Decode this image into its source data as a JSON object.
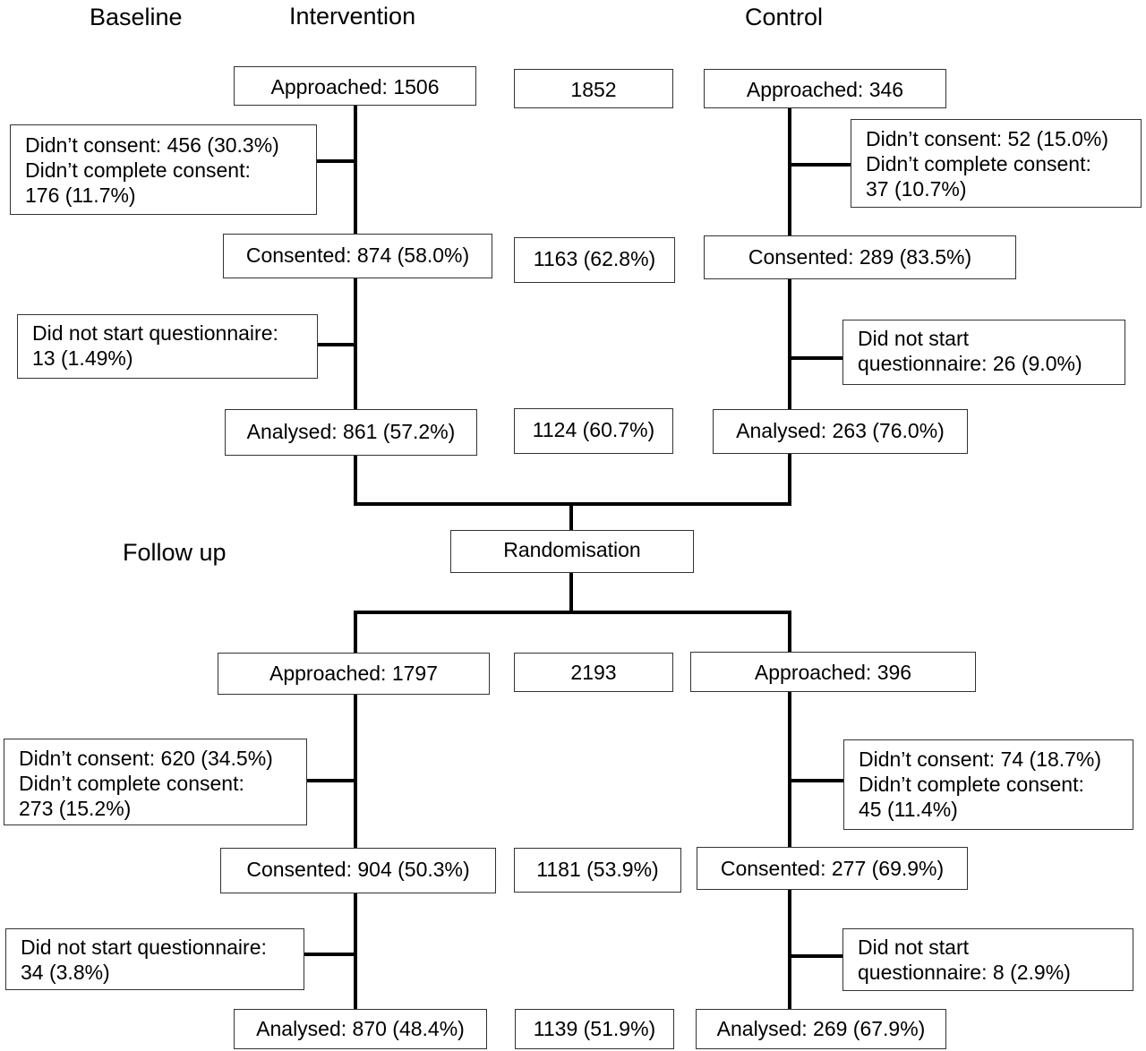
{
  "headers": {
    "baseline": "Baseline",
    "intervention": "Intervention",
    "control": "Control",
    "follow_up": "Follow up"
  },
  "baseline": {
    "intervention": {
      "approached": "Approached: 1506",
      "excluded_consent": [
        "Didn’t consent: 456 (30.3%)",
        "Didn’t complete consent:",
        "176 (11.7%)"
      ],
      "consented": "Consented: 874 (58.0%)",
      "excluded_questionnaire": [
        "Did not start questionnaire:",
        "13 (1.49%)"
      ],
      "analysed": "Analysed: 861 (57.2%)"
    },
    "total": {
      "approached": "1852",
      "consented": "1163 (62.8%)",
      "analysed": "1124 (60.7%)"
    },
    "control": {
      "approached": "Approached: 346",
      "excluded_consent": [
        "Didn’t consent: 52 (15.0%)",
        "Didn’t complete consent:",
        "37 (10.7%)"
      ],
      "consented": "Consented: 289 (83.5%)",
      "excluded_questionnaire": [
        "Did not start",
        "questionnaire: 26 (9.0%)"
      ],
      "analysed": "Analysed: 263 (76.0%)"
    }
  },
  "randomisation": "Randomisation",
  "follow_up": {
    "intervention": {
      "approached": "Approached: 1797",
      "excluded_consent": [
        "Didn’t consent: 620 (34.5%)",
        "Didn’t complete consent:",
        "273 (15.2%)"
      ],
      "consented": "Consented: 904 (50.3%)",
      "excluded_questionnaire": [
        "Did not start questionnaire:",
        "34 (3.8%)"
      ],
      "analysed": "Analysed: 870 (48.4%)"
    },
    "total": {
      "approached": "2193",
      "consented": "1181 (53.9%)",
      "analysed": "1139 (51.9%)"
    },
    "control": {
      "approached": "Approached: 396",
      "excluded_consent": [
        "Didn’t consent: 74 (18.7%)",
        "Didn’t complete consent:",
        "45 (11.4%)"
      ],
      "consented": "Consented: 277 (69.9%)",
      "excluded_questionnaire": [
        "Did not start",
        "questionnaire: 8 (2.9%)"
      ],
      "analysed": "Analysed: 269 (67.9%)"
    }
  }
}
